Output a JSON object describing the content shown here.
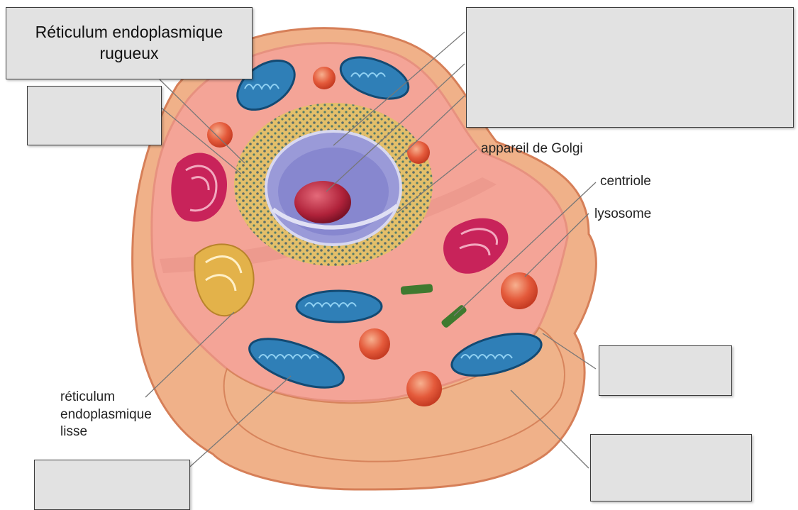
{
  "labels": {
    "reticulum_rugueux": "Réticulum endoplasmique\nrugueux",
    "golgi": "appareil de Golgi",
    "centriole": "centriole",
    "lysosome": "lysosome",
    "reticulum_lisse": "réticulum\nendoplasmique\nlisse"
  },
  "blank_boxes": [
    "top-left-blank",
    "top-right-bracket-blank",
    "right-middle-blank",
    "bottom-right-blank",
    "bottom-left-blank"
  ],
  "colors": {
    "cytoplasm": "#f2a79c",
    "membrane": "#e98a6a",
    "nucleus": "#9a9ad8",
    "nucleolus": "#b0223a",
    "mitochondria": "#2f7fb7",
    "golgi": "#c8235a",
    "reticulum": "#d9b24a",
    "lysosome": "#e8553a",
    "centriole": "#3f7a2f",
    "label_box": "#e2e2e2"
  }
}
